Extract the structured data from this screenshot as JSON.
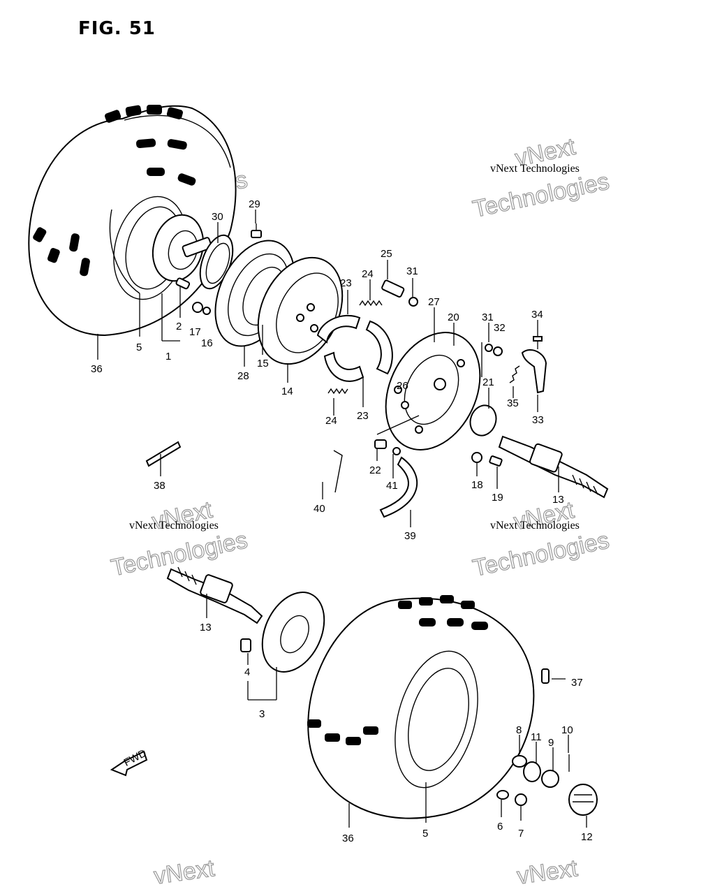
{
  "figure": {
    "title": "FIG. 51"
  },
  "watermark": {
    "line1": "vNext Technologies",
    "line2": "vNext",
    "line3": "Technologies"
  },
  "fwd_label": "FWD",
  "callouts": [
    {
      "id": "1",
      "text": "1"
    },
    {
      "id": "2",
      "text": "2"
    },
    {
      "id": "3",
      "text": "3"
    },
    {
      "id": "4",
      "text": "4"
    },
    {
      "id": "5a",
      "text": "5"
    },
    {
      "id": "5b",
      "text": "5"
    },
    {
      "id": "6",
      "text": "6"
    },
    {
      "id": "7",
      "text": "7"
    },
    {
      "id": "8",
      "text": "8"
    },
    {
      "id": "9",
      "text": "9"
    },
    {
      "id": "10",
      "text": "10"
    },
    {
      "id": "11",
      "text": "11"
    },
    {
      "id": "12",
      "text": "12"
    },
    {
      "id": "13a",
      "text": "13"
    },
    {
      "id": "13b",
      "text": "13"
    },
    {
      "id": "14",
      "text": "14"
    },
    {
      "id": "15",
      "text": "15"
    },
    {
      "id": "16",
      "text": "16"
    },
    {
      "id": "17",
      "text": "17"
    },
    {
      "id": "18",
      "text": "18"
    },
    {
      "id": "19",
      "text": "19"
    },
    {
      "id": "20",
      "text": "20"
    },
    {
      "id": "21",
      "text": "21"
    },
    {
      "id": "22",
      "text": "22"
    },
    {
      "id": "23a",
      "text": "23"
    },
    {
      "id": "23b",
      "text": "23"
    },
    {
      "id": "24a",
      "text": "24"
    },
    {
      "id": "24b",
      "text": "24"
    },
    {
      "id": "25",
      "text": "25"
    },
    {
      "id": "26",
      "text": "26"
    },
    {
      "id": "27",
      "text": "27"
    },
    {
      "id": "28",
      "text": "28"
    },
    {
      "id": "29",
      "text": "29"
    },
    {
      "id": "30",
      "text": "30"
    },
    {
      "id": "31a",
      "text": "31"
    },
    {
      "id": "31b",
      "text": "31"
    },
    {
      "id": "32",
      "text": "32"
    },
    {
      "id": "33",
      "text": "33"
    },
    {
      "id": "34",
      "text": "34"
    },
    {
      "id": "35",
      "text": "35"
    },
    {
      "id": "36a",
      "text": "36"
    },
    {
      "id": "36b",
      "text": "36"
    },
    {
      "id": "37",
      "text": "37"
    },
    {
      "id": "38",
      "text": "38"
    },
    {
      "id": "39",
      "text": "39"
    },
    {
      "id": "40",
      "text": "40"
    },
    {
      "id": "41",
      "text": "41"
    }
  ]
}
